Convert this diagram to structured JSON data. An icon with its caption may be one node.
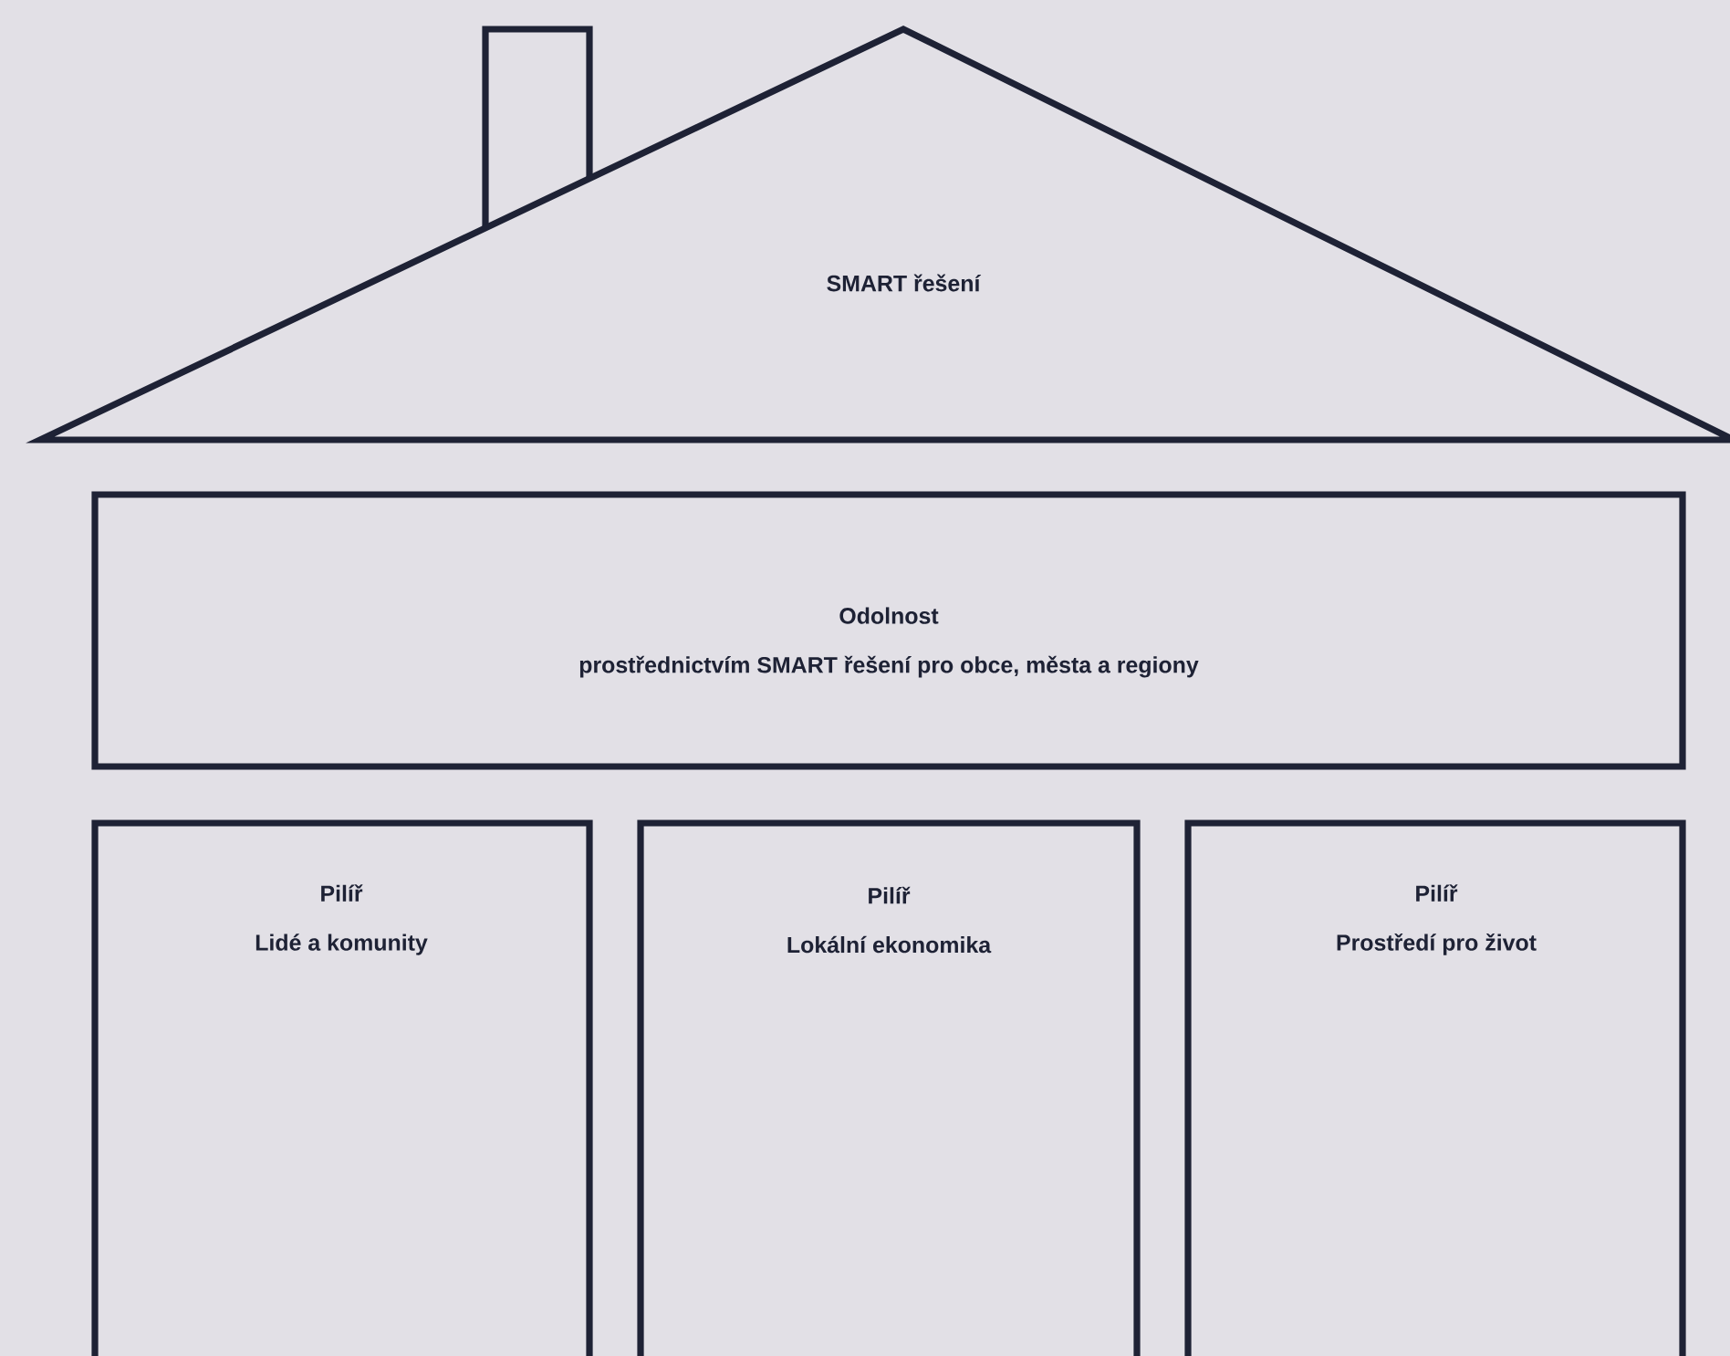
{
  "diagram": {
    "nodes": [
      {
        "text": [
          "SMART řešení"
        ]
      },
      {
        "text": [
          "Odolnost",
          "prostřednictvím SMART řešení pro obce, města a regiony"
        ]
      },
      {
        "text": [
          "Pilíř",
          "Lidé a komunity"
        ]
      },
      {
        "text": [
          "Pilíř",
          "Lokální ekonomika"
        ]
      },
      {
        "text": [
          "Pilíř",
          "Prostředí pro život"
        ]
      }
    ]
  }
}
